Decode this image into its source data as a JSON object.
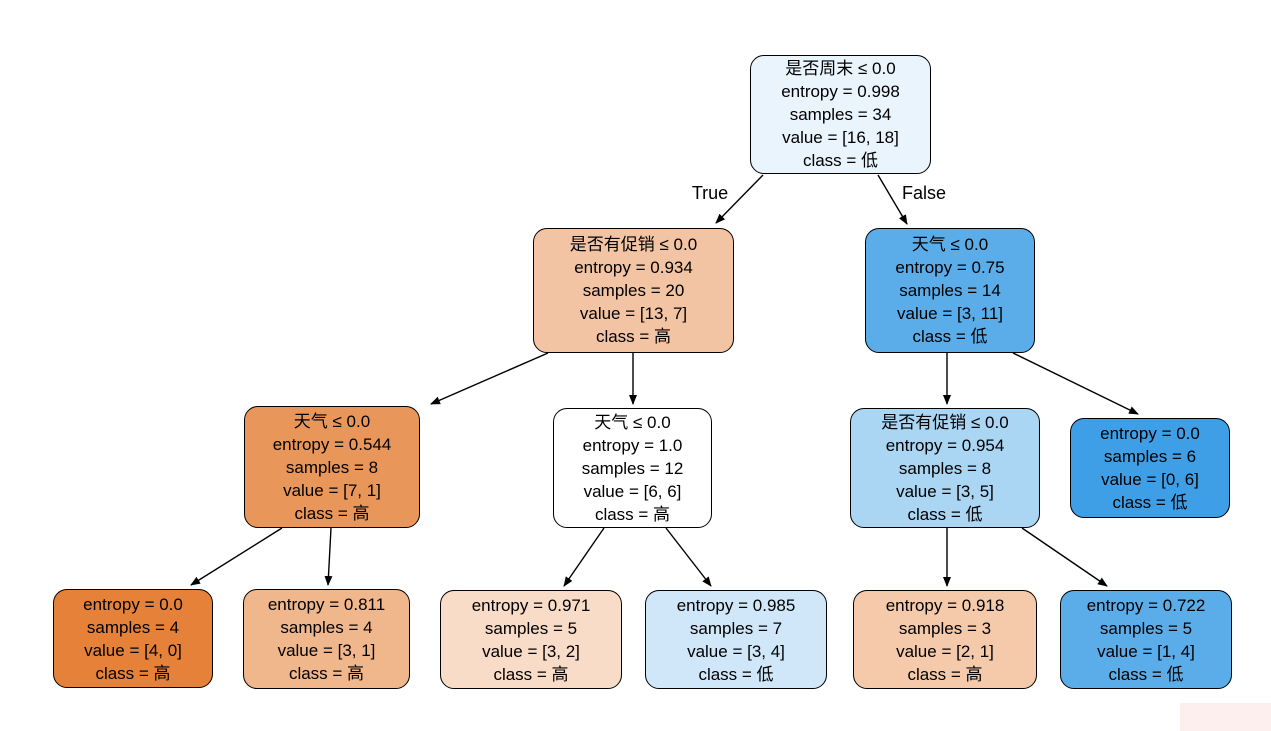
{
  "diagram": {
    "type": "decision-tree",
    "edge_labels": {
      "true_label": "True",
      "false_label": "False"
    },
    "class_colors": {
      "高": "#e58139",
      "低": "#399de5"
    },
    "nodes": [
      {
        "condition": "是否周末 ≤ 0.0",
        "entropy": "entropy = 0.998",
        "samples": "samples = 34",
        "value": "value = [16, 18]",
        "class": "class = 低",
        "fill": "#e9f4fc"
      },
      {
        "condition": "是否有促销 ≤ 0.0",
        "entropy": "entropy = 0.934",
        "samples": "samples = 20",
        "value": "value = [13, 7]",
        "class": "class = 高",
        "fill": "#f3c4a3"
      },
      {
        "condition": "天气 ≤ 0.0",
        "entropy": "entropy = 0.75",
        "samples": "samples = 14",
        "value": "value = [3, 11]",
        "class": "class = 低",
        "fill": "#5bade9"
      },
      {
        "condition": "天气 ≤ 0.0",
        "entropy": "entropy = 0.544",
        "samples": "samples = 8",
        "value": "value = [7, 1]",
        "class": "class = 高",
        "fill": "#e9965a"
      },
      {
        "condition": "天气 ≤ 0.0",
        "entropy": "entropy = 1.0",
        "samples": "samples = 12",
        "value": "value = [6, 6]",
        "class": "class = 高",
        "fill": "#ffffff"
      },
      {
        "condition": "是否有促销 ≤ 0.0",
        "entropy": "entropy = 0.954",
        "samples": "samples = 8",
        "value": "value = [3, 5]",
        "class": "class = 低",
        "fill": "#aad5f3"
      },
      {
        "entropy": "entropy = 0.0",
        "samples": "samples = 6",
        "value": "value = [0, 6]",
        "class": "class = 低",
        "fill": "#3e9fe6"
      },
      {
        "entropy": "entropy = 0.0",
        "samples": "samples = 4",
        "value": "value = [4, 0]",
        "class": "class = 高",
        "fill": "#e58139"
      },
      {
        "entropy": "entropy = 0.811",
        "samples": "samples = 4",
        "value": "value = [3, 1]",
        "class": "class = 高",
        "fill": "#f0b68c"
      },
      {
        "entropy": "entropy = 0.971",
        "samples": "samples = 5",
        "value": "value = [3, 2]",
        "class": "class = 高",
        "fill": "#f8dcc7"
      },
      {
        "entropy": "entropy = 0.985",
        "samples": "samples = 7",
        "value": "value = [3, 4]",
        "class": "class = 低",
        "fill": "#cfe7f8"
      },
      {
        "entropy": "entropy = 0.918",
        "samples": "samples = 3",
        "value": "value = [2, 1]",
        "class": "class = 高",
        "fill": "#f4caab"
      },
      {
        "entropy": "entropy = 0.722",
        "samples": "samples = 5",
        "value": "value = [1, 4]",
        "class": "class = 低",
        "fill": "#5bade9"
      }
    ],
    "edges": [
      {
        "from": 0,
        "to": 1,
        "label": "True"
      },
      {
        "from": 0,
        "to": 2,
        "label": "False"
      },
      {
        "from": 1,
        "to": 3
      },
      {
        "from": 1,
        "to": 4
      },
      {
        "from": 2,
        "to": 5
      },
      {
        "from": 2,
        "to": 6
      },
      {
        "from": 3,
        "to": 7
      },
      {
        "from": 3,
        "to": 8
      },
      {
        "from": 4,
        "to": 9
      },
      {
        "from": 4,
        "to": 10
      },
      {
        "from": 5,
        "to": 11
      },
      {
        "from": 5,
        "to": 12
      }
    ]
  }
}
